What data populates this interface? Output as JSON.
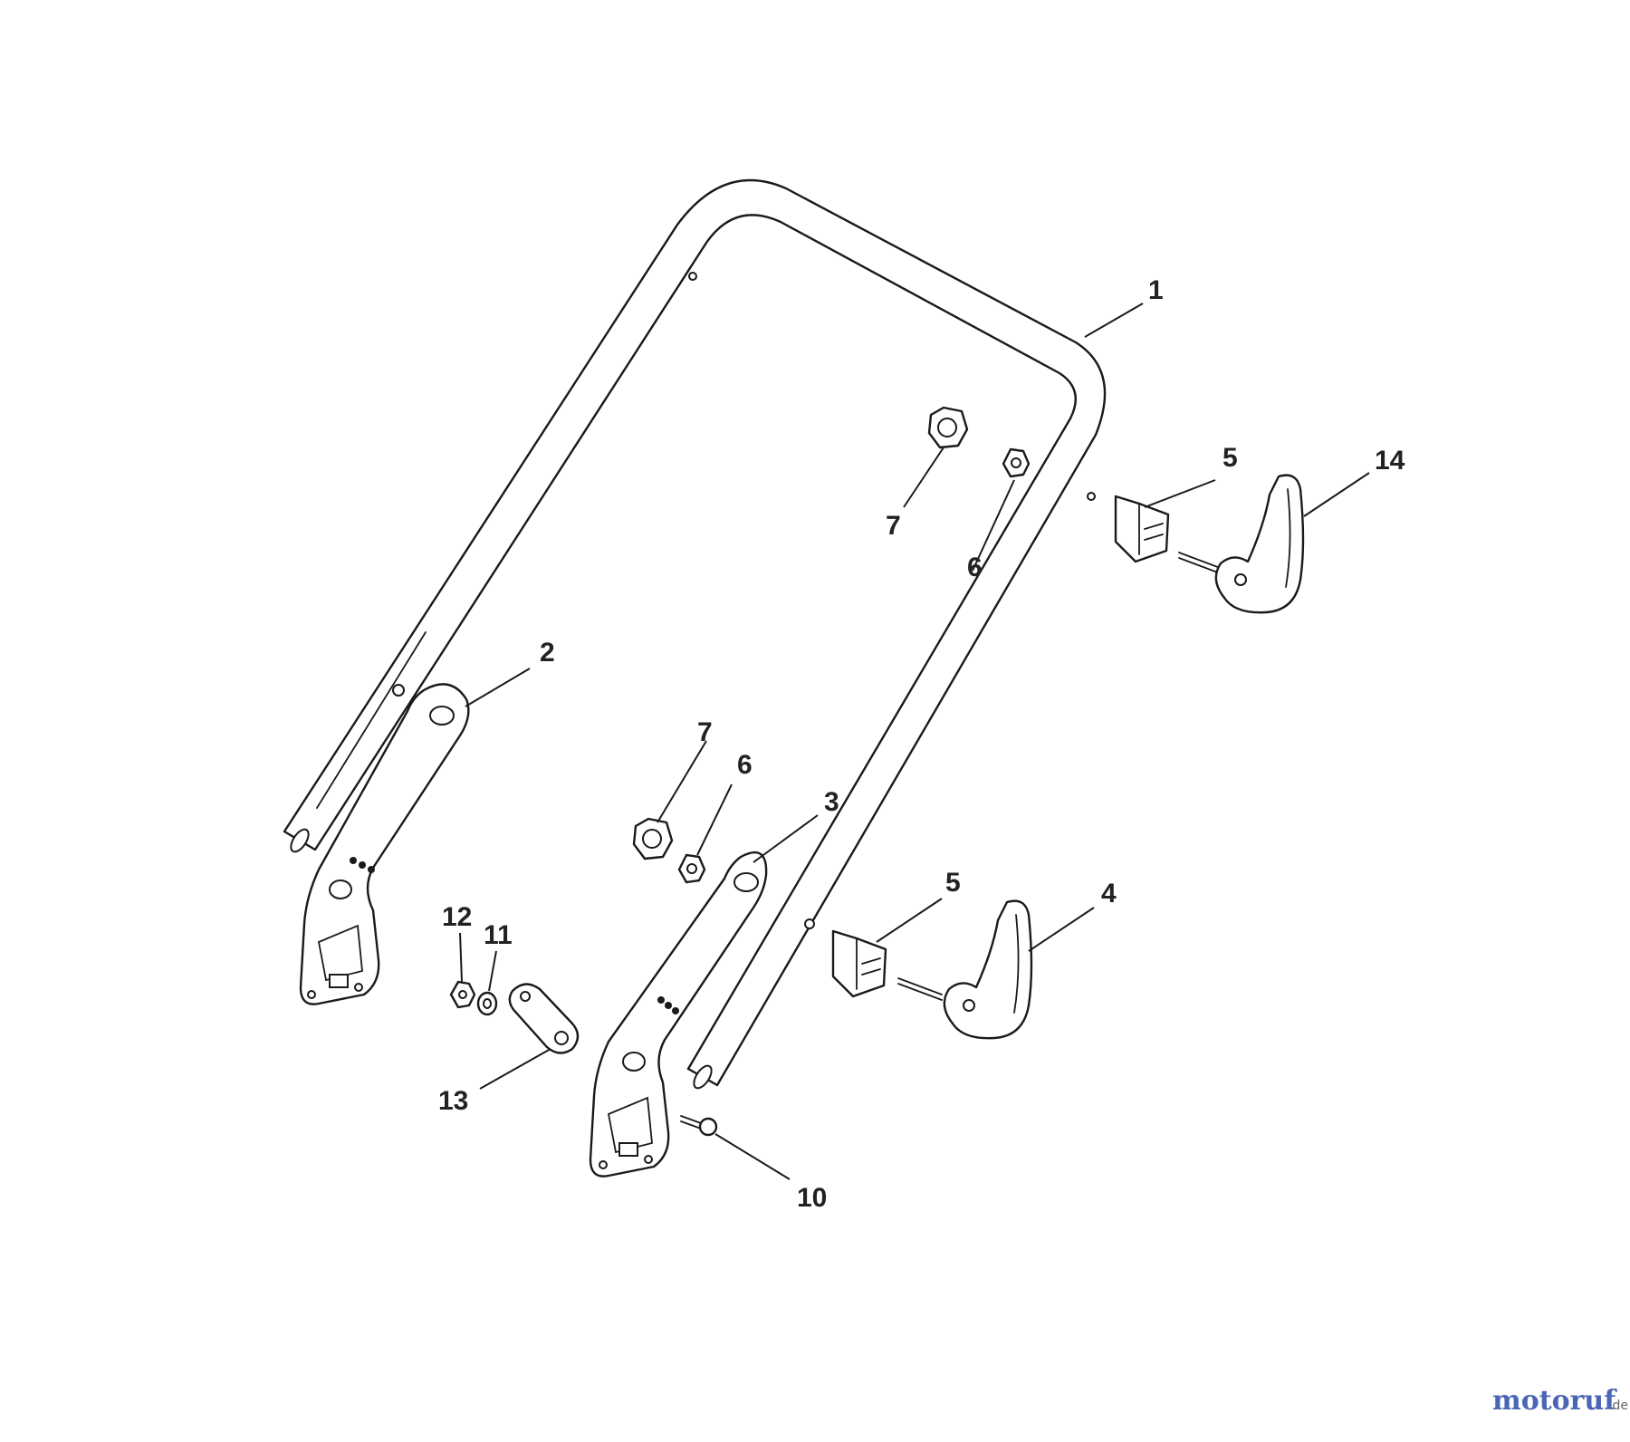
{
  "callouts": [
    {
      "id": "c1",
      "label": "1"
    },
    {
      "id": "c2",
      "label": "2"
    },
    {
      "id": "c3",
      "label": "3"
    },
    {
      "id": "c4",
      "label": "4"
    },
    {
      "id": "c5a",
      "label": "5"
    },
    {
      "id": "c5b",
      "label": "5"
    },
    {
      "id": "c6a",
      "label": "6"
    },
    {
      "id": "c6b",
      "label": "6"
    },
    {
      "id": "c7a",
      "label": "7"
    },
    {
      "id": "c7b",
      "label": "7"
    },
    {
      "id": "c10",
      "label": "10"
    },
    {
      "id": "c11",
      "label": "11"
    },
    {
      "id": "c12",
      "label": "12"
    },
    {
      "id": "c13",
      "label": "13"
    },
    {
      "id": "c14",
      "label": "14"
    }
  ],
  "watermark": {
    "name": "motoruf",
    "tld": ".de"
  },
  "colors": {
    "line": "#1a1a1a",
    "brand": "#4a66b4",
    "background": "#ffffff"
  }
}
